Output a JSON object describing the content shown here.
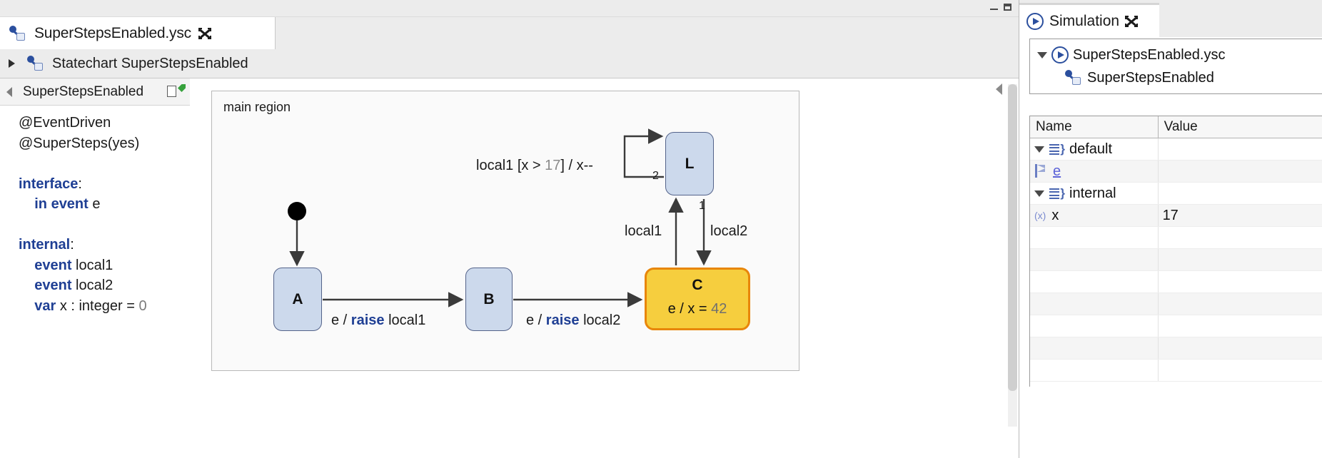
{
  "window": {
    "minimize_icon": "minimize-icon",
    "maximize_icon": "maximize-icon"
  },
  "editor": {
    "tab": {
      "label": "SuperStepsEnabled.ysc",
      "icon": "statechart-icon",
      "close_icon": "close-icon"
    },
    "breadcrumb": {
      "expand_icon": "expand-arrow-icon",
      "icon": "statechart-icon",
      "label": "Statechart SuperStepsEnabled"
    }
  },
  "definition_panel": {
    "header": {
      "collapse_icon": "collapse-left-icon",
      "title": "SuperStepsEnabled",
      "doc_icon": "document-icon",
      "link_icon": "link-editor-icon"
    },
    "code_lines": [
      {
        "type": "plain",
        "text": "@EventDriven"
      },
      {
        "type": "plain",
        "text": "@SuperSteps(yes)"
      },
      {
        "type": "blank",
        "text": ""
      },
      {
        "type": "mixed",
        "text": "interface:",
        "keyword": "interface",
        "rest": ":"
      },
      {
        "type": "mixed",
        "text": "    in event e",
        "keyword": "in event",
        "rest": " e"
      },
      {
        "type": "blank",
        "text": ""
      },
      {
        "type": "mixed",
        "text": "internal:",
        "keyword": "internal",
        "rest": ":"
      },
      {
        "type": "mixed",
        "text": "    event local1",
        "keyword": "event",
        "rest": " local1"
      },
      {
        "type": "mixed",
        "text": "    event local2",
        "keyword": "event",
        "rest": " local2"
      },
      {
        "type": "mixed",
        "text": "    var x : integer = 0",
        "keyword": "var",
        "rest": " x : integer = ",
        "number": "0"
      }
    ]
  },
  "diagram": {
    "region_label": "main region",
    "initial_node": "initial-state-node",
    "states": [
      {
        "id": "A",
        "name": "A",
        "body": ""
      },
      {
        "id": "B",
        "name": "B",
        "body": ""
      },
      {
        "id": "L",
        "name": "L",
        "body": ""
      },
      {
        "id": "C",
        "name": "C",
        "body_prefix": "e / x = ",
        "body_value": "42",
        "active": true
      }
    ],
    "transitions": [
      {
        "id": "init-to-A",
        "label": ""
      },
      {
        "id": "A-to-B",
        "label": "e / ",
        "keyword": "raise",
        "suffix": " local1"
      },
      {
        "id": "B-to-C",
        "label": "e / ",
        "keyword": "raise",
        "suffix": " local2"
      },
      {
        "id": "C-to-L",
        "label": "local1"
      },
      {
        "id": "L-to-C",
        "label": "local2"
      },
      {
        "id": "L-self",
        "label_prefix": "local1 [x > ",
        "label_number": "17",
        "label_suffix": "] / x--"
      }
    ],
    "priority_labels": [
      {
        "id": "L-self-priority",
        "text": "2"
      },
      {
        "id": "L-out-priority",
        "text": "1"
      }
    ],
    "colors": {
      "state_fill": "#ccd9ec",
      "state_border": "#54638a",
      "active_state_fill": "#f6ce3e",
      "active_state_border": "#e8860a",
      "canvas": "#fafafa"
    }
  },
  "canvas_controls": {
    "collapse_icon": "collapse-right-icon",
    "scrollbar": "vertical-scrollbar"
  },
  "simulation": {
    "tab": {
      "label": "Simulation",
      "icon": "play-icon",
      "close_icon": "close-icon"
    },
    "tree": [
      {
        "indent": 0,
        "icon": "play-icon",
        "label": "SuperStepsEnabled.ysc",
        "expanded": true
      },
      {
        "indent": 1,
        "icon": "statechart-icon",
        "label": "SuperStepsEnabled",
        "expanded": false
      }
    ],
    "table": {
      "columns": [
        "Name",
        "Value"
      ],
      "rows": [
        {
          "indent": 0,
          "expander": "down",
          "icon": "scope-icon",
          "name": "default",
          "value": "",
          "shaded": false
        },
        {
          "indent": 2,
          "expander": "",
          "icon": "event-icon",
          "name": "e",
          "value": "",
          "shaded": true,
          "link": true
        },
        {
          "indent": 0,
          "expander": "down",
          "icon": "scope-icon",
          "name": "internal",
          "value": "",
          "shaded": false
        },
        {
          "indent": 2,
          "expander": "",
          "icon": "variable-icon",
          "name": "x",
          "value": "17",
          "shaded": true
        },
        {
          "indent": 0,
          "expander": "",
          "icon": "",
          "name": "",
          "value": "",
          "shaded": false
        },
        {
          "indent": 0,
          "expander": "",
          "icon": "",
          "name": "",
          "value": "",
          "shaded": true
        },
        {
          "indent": 0,
          "expander": "",
          "icon": "",
          "name": "",
          "value": "",
          "shaded": false
        },
        {
          "indent": 0,
          "expander": "",
          "icon": "",
          "name": "",
          "value": "",
          "shaded": true
        },
        {
          "indent": 0,
          "expander": "",
          "icon": "",
          "name": "",
          "value": "",
          "shaded": false
        },
        {
          "indent": 0,
          "expander": "",
          "icon": "",
          "name": "",
          "value": "",
          "shaded": true
        },
        {
          "indent": 0,
          "expander": "",
          "icon": "",
          "name": "",
          "value": "",
          "shaded": false
        }
      ]
    }
  }
}
